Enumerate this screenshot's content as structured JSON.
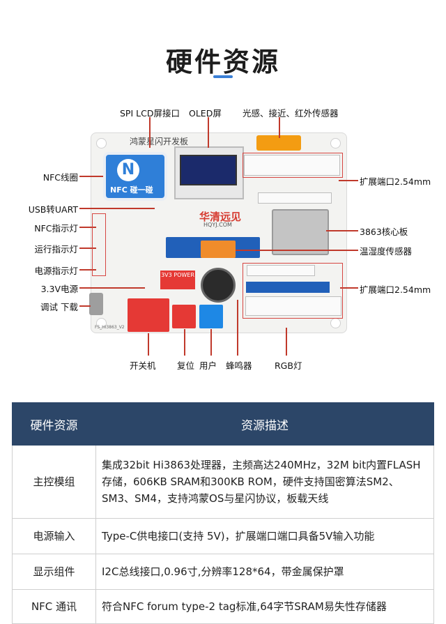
{
  "page": {
    "title": "硬件资源"
  },
  "board": {
    "name": "鸿蒙星闪开发板",
    "nfc_card_text": "NFC 碰一碰",
    "logo": "华清远见",
    "logo_sub": "HQYJ.COM",
    "power_text": "3V3 POWER",
    "model": "FS_HI3863_V2"
  },
  "labels": {
    "spi_lcd": "SPI LCD屏接口",
    "oled": "OLED屏",
    "sensors": "光感、接近、红外传感器",
    "nfc_coil": "NFC线圈",
    "usb_uart": "USB转UART",
    "nfc_led": "NFC指示灯",
    "run_led": "运行指示灯",
    "power_led": "电源指示灯",
    "power_33": "3.3V电源",
    "debug_download": "调试 下载",
    "ext_port_top": "扩展端口2.54mm",
    "core_board": "3863核心板",
    "temp_humidity": "温湿度传感器",
    "ext_port_bottom": "扩展端口2.54mm",
    "power_switch": "开关机",
    "reset": "复位",
    "user": "用户",
    "buzzer": "蜂鸣器",
    "rgb": "RGB灯"
  },
  "table": {
    "headers": [
      "硬件资源",
      "资源描述"
    ],
    "rows": [
      {
        "name": "主控模组",
        "desc": "集成32bit Hi3863处理器，主频高达240MHz，32M bit内置FLASH存储，606KB SRAM和300KB ROM，硬件支持国密算法SM2、SM3、SM4，支持鸿蒙OS与星闪协议，板载天线"
      },
      {
        "name": "电源输入",
        "desc": "Type-C供电接口(支持 5V)，扩展端口端口具备5V输入功能"
      },
      {
        "name": "显示组件",
        "desc": "I2C总线接口,0.96寸,分辨率128*64，带金属保护罩"
      },
      {
        "name": "NFC 通讯",
        "desc": "符合NFC forum type-2 tag标准,64字节SRAM易失性存储器"
      }
    ]
  },
  "colors": {
    "accent": "#3a7fd6",
    "header_bg": "#2c4668",
    "callout": "#c0392b"
  }
}
